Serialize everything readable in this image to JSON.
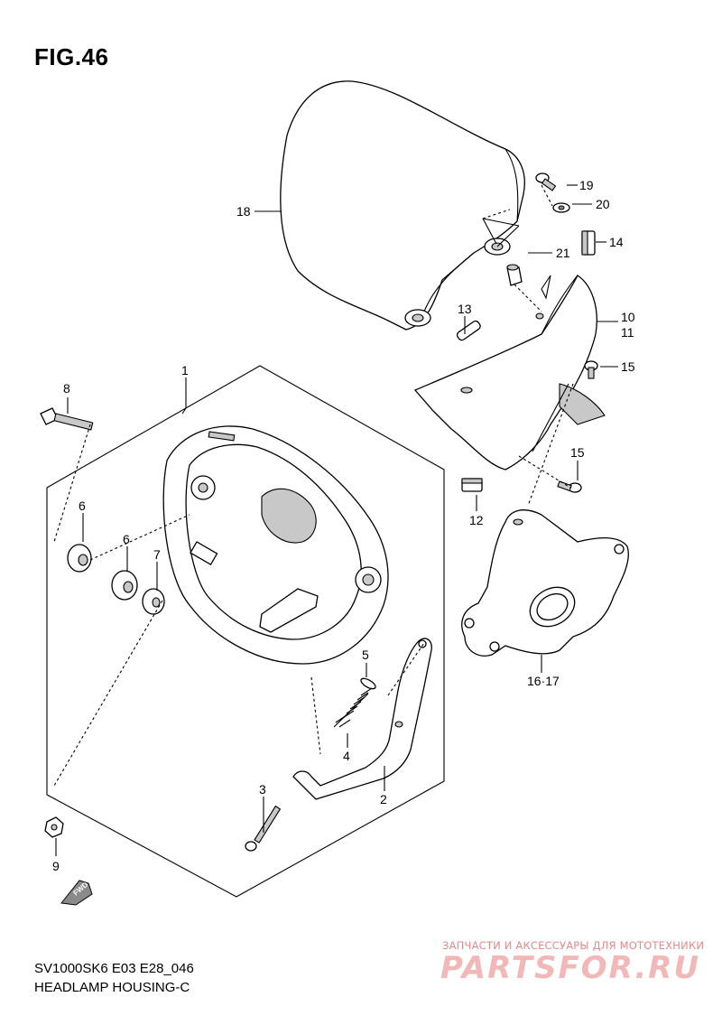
{
  "figure": {
    "title": "FIG.46",
    "code": "SV1000SK6 E03 E28_046",
    "name": "HEADLAMP HOUSING-C",
    "fwd_label": "FWD"
  },
  "watermark": {
    "tagline": "ЗАПЧАСТИ И АКСЕССУАРЫ ДЛЯ МОТОТЕХНИКИ",
    "brand": "PARTSFOR.RU"
  },
  "callouts": [
    {
      "id": "c1",
      "label": "1"
    },
    {
      "id": "c2",
      "label": "2"
    },
    {
      "id": "c3",
      "label": "3"
    },
    {
      "id": "c4",
      "label": "4"
    },
    {
      "id": "c5",
      "label": "5"
    },
    {
      "id": "c6a",
      "label": "6"
    },
    {
      "id": "c6b",
      "label": "6"
    },
    {
      "id": "c7",
      "label": "7"
    },
    {
      "id": "c8",
      "label": "8"
    },
    {
      "id": "c9",
      "label": "9"
    },
    {
      "id": "c10",
      "label": "10"
    },
    {
      "id": "c11",
      "label": "11"
    },
    {
      "id": "c12",
      "label": "12"
    },
    {
      "id": "c13",
      "label": "13"
    },
    {
      "id": "c14",
      "label": "14"
    },
    {
      "id": "c15a",
      "label": "15"
    },
    {
      "id": "c15b",
      "label": "15"
    },
    {
      "id": "c1617",
      "label": "16·17"
    },
    {
      "id": "c18",
      "label": "18"
    },
    {
      "id": "c19",
      "label": "19"
    },
    {
      "id": "c20",
      "label": "20"
    },
    {
      "id": "c21",
      "label": "21"
    }
  ]
}
